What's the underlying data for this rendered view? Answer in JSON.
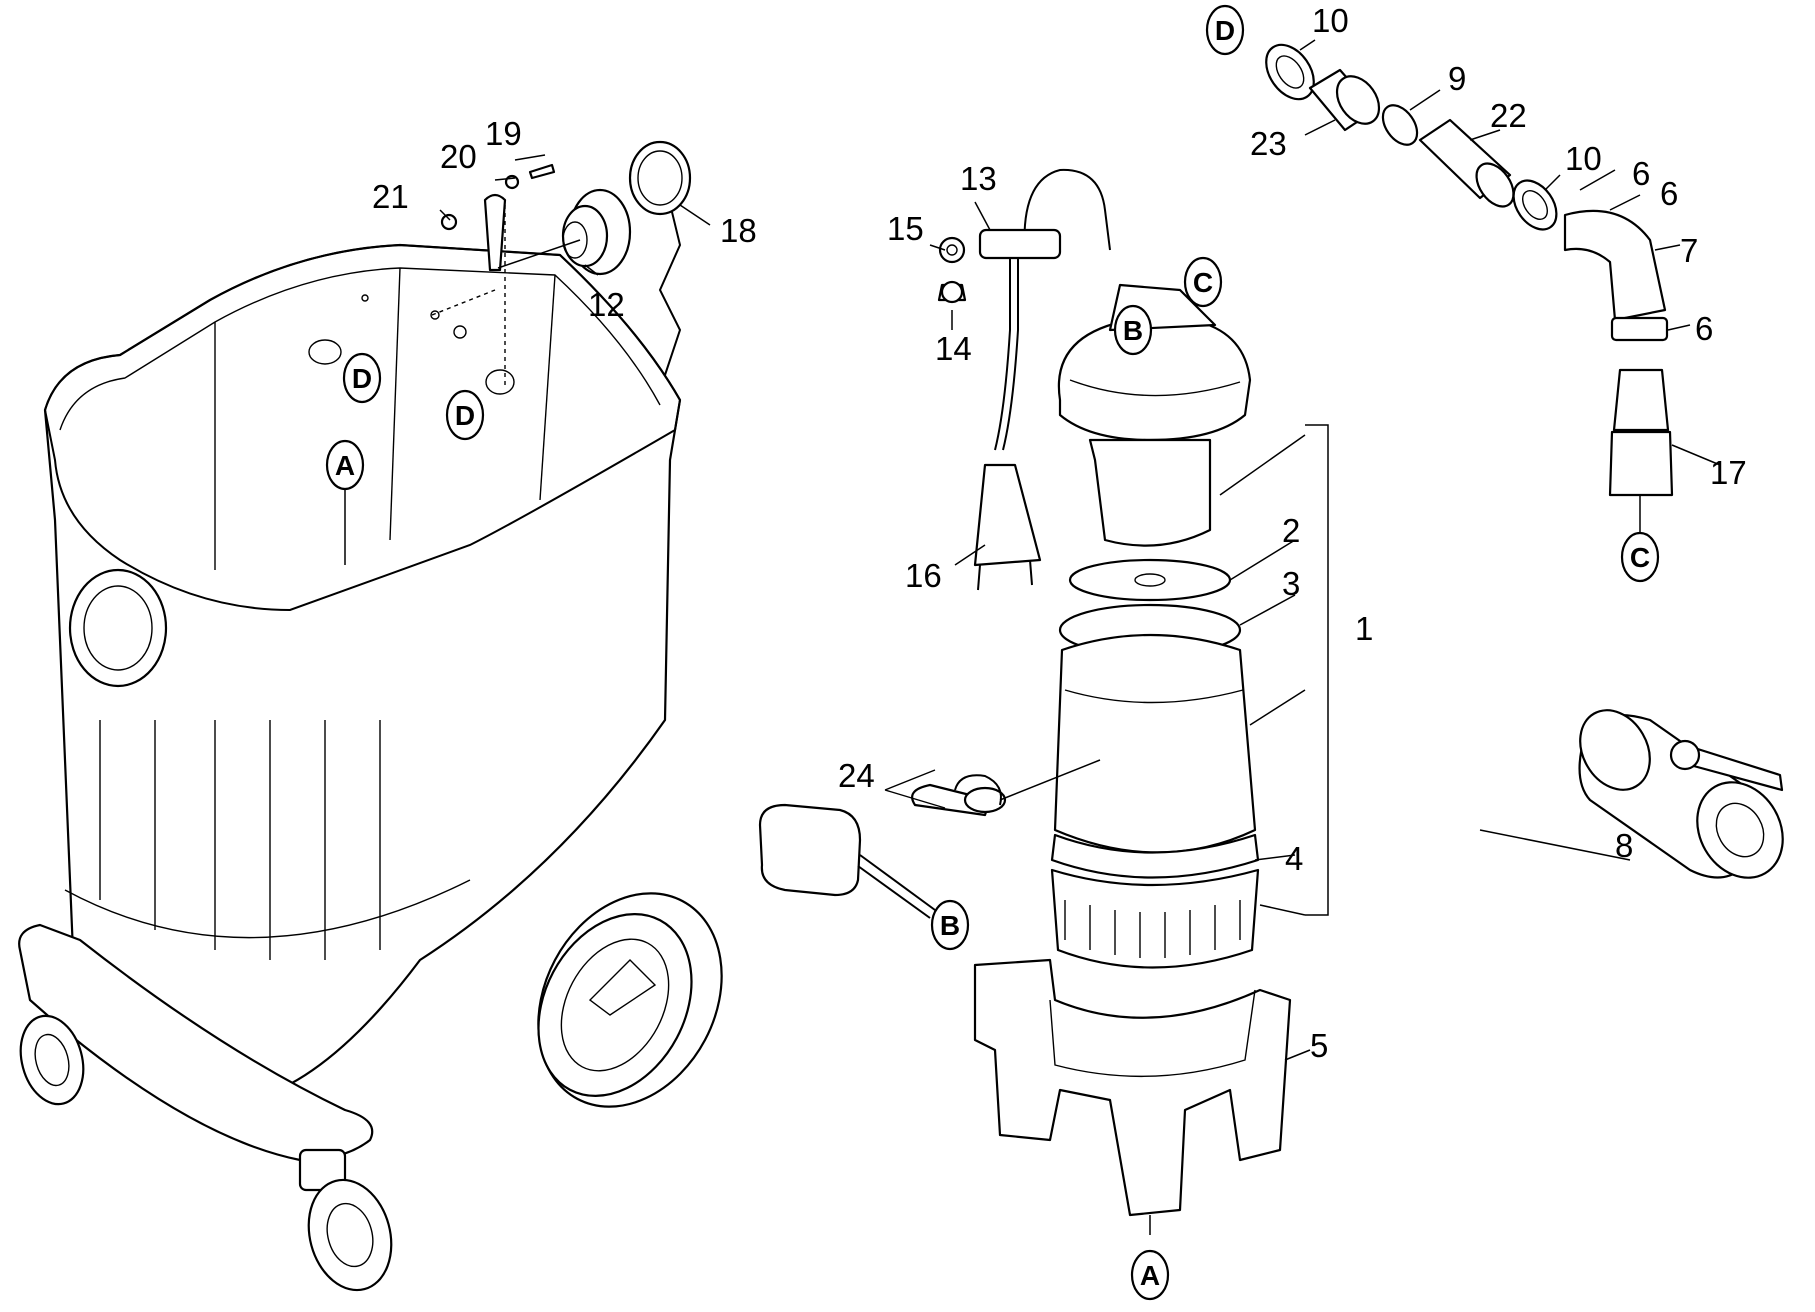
{
  "part_numbers": [
    "1",
    "2",
    "3",
    "4",
    "5",
    "6",
    "6",
    "6",
    "7",
    "8",
    "9",
    "10",
    "10",
    "12",
    "13",
    "14",
    "15",
    "16",
    "17",
    "18",
    "19",
    "20",
    "21",
    "22",
    "23",
    "24"
  ],
  "connection_labels": [
    "A",
    "A",
    "B",
    "B",
    "C",
    "C",
    "D",
    "D",
    "D"
  ],
  "colors": {
    "line": "#000000",
    "background": "#ffffff"
  }
}
